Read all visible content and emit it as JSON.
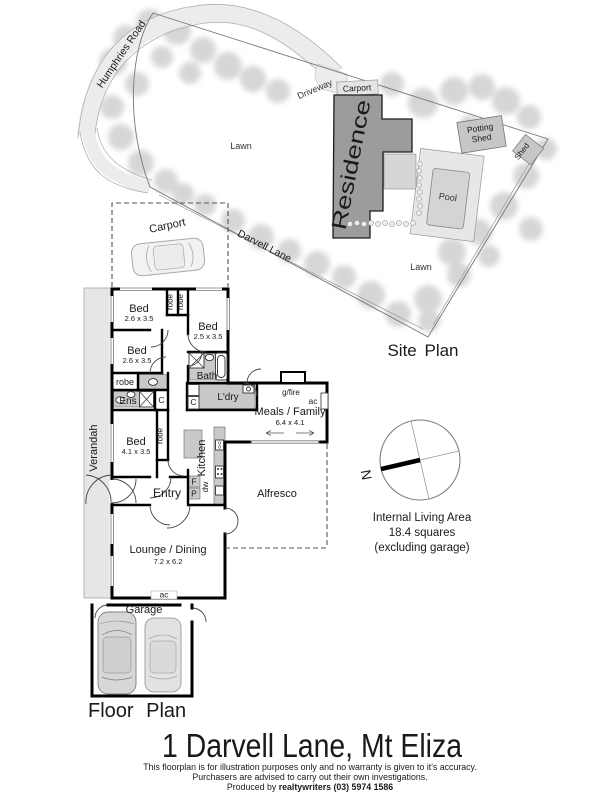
{
  "site": {
    "humphries_road": "Humphries Road",
    "driveway": "Driveway",
    "carport": "Carport",
    "residence": "Residence",
    "potting_shed_line1": "Potting",
    "potting_shed_line2": "Shed",
    "shed": "Shed",
    "pool": "Pool",
    "lawn_left": "Lawn",
    "lawn_right": "Lawn",
    "darvell_lane": "Darvell Lane",
    "title": "Site Plan"
  },
  "floor": {
    "title": "Floor Plan",
    "carport": "Carport",
    "verandah": "Verandah",
    "garage": "Garage",
    "entry": "Entry",
    "alfresco": "Alfresco",
    "kitchen": "Kitchen",
    "dishwasher": "dw",
    "fridge": "F",
    "pantry": "P",
    "bath": "Bath",
    "ensuite": "Ens",
    "laundry": "L'dry",
    "cupboard_1": "C",
    "cupboard_2": "C",
    "gas_fire": "g/fire",
    "ac_meals": "ac",
    "ac_lounge": "ac",
    "robe_1": "robe",
    "robe_2": "robe",
    "robe_3": "robe",
    "robe_4": "robe",
    "beds": [
      {
        "name": "Bed",
        "dim": "2.6 x 3.5"
      },
      {
        "name": "Bed",
        "dim": "2.5 x 3.5"
      },
      {
        "name": "Bed",
        "dim": "2.6 x 3.5"
      },
      {
        "name": "Bed",
        "dim": "4.1 x 3.5"
      }
    ],
    "meals": {
      "name": "Meals / Family",
      "dim": "6.4 x 4.1"
    },
    "lounge": {
      "name": "Lounge / Dining",
      "dim": "7.2 x 6.2"
    }
  },
  "compass": {
    "north": "N"
  },
  "area_note": {
    "line1": "Internal Living Area",
    "line2": "18.4 squares",
    "line3": "(excluding garage)"
  },
  "footer": {
    "address": "1 Darvell Lane, Mt Eliza",
    "disclaimer_1": "This floorplan is for illustration purposes only and no warranty is given to it's accuracy.",
    "disclaimer_2": "Purchasers are advised to carry out their own investigations.",
    "produced_by": "Produced by ",
    "producer": "realtywriters (03) 5974 1586"
  },
  "colors": {
    "residence_fill": "#9c9c9c",
    "wet_area_gray": "#c9c9c9",
    "tree_gray": "#bdbdbd",
    "road_gray": "#ececec",
    "wall_black": "#000000"
  }
}
